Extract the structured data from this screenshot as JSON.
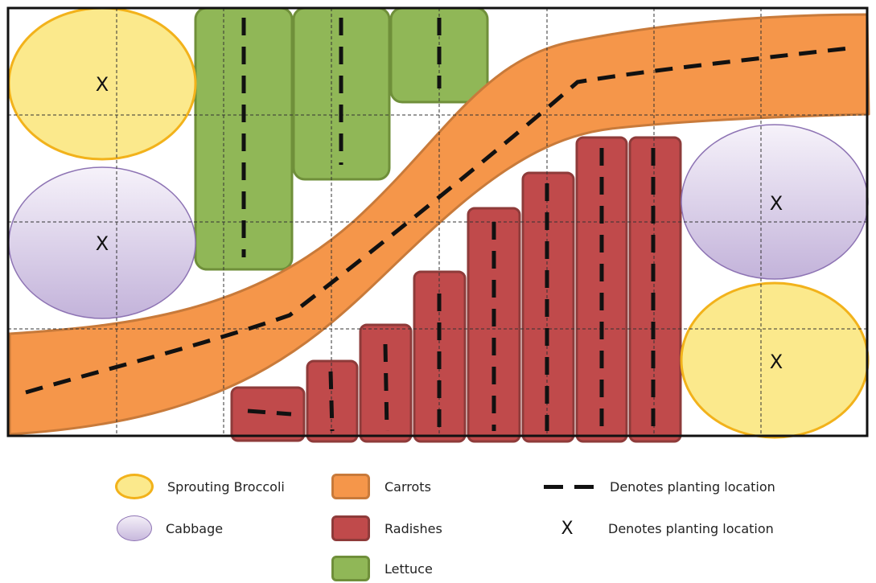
{
  "plot_markers": {
    "broccoli_top": "X",
    "cabbage_left": "X",
    "cabbage_right": "X",
    "broccoli_bottom": "X"
  },
  "legend": {
    "broccoli": "Sprouting Broccoli",
    "cabbage": "Cabbage",
    "carrots": "Carrots",
    "radishes": "Radishes",
    "lettuce": "Lettuce",
    "dash_location": "Denotes planting location",
    "x_symbol": "X",
    "x_location": "Denotes planting location"
  },
  "colors": {
    "broccoli_fill": "#fbe98c",
    "broccoli_stroke": "#f2b21b",
    "cabbage_stroke": "#8e74b4",
    "carrot_fill": "#f5964a",
    "carrot_stroke": "#c87a3a",
    "radish_fill": "#c04a4b",
    "radish_stroke": "#8e3b3a",
    "lettuce_fill": "#90b757",
    "lettuce_stroke": "#6f8f3a"
  }
}
